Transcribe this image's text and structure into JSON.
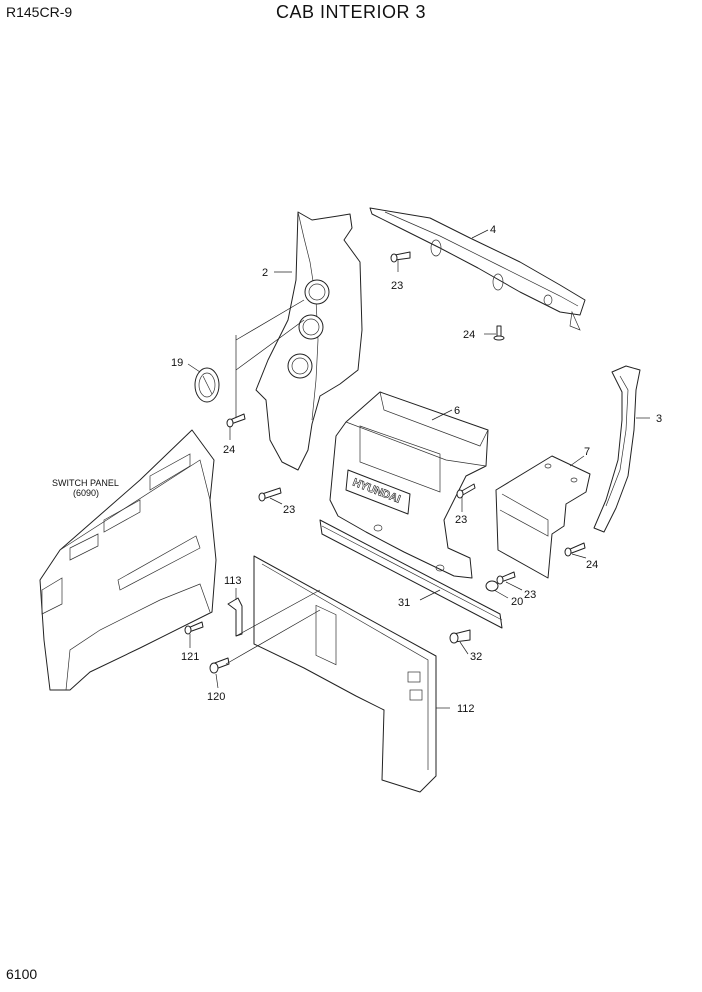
{
  "header": {
    "model": "R145CR-9",
    "title": "CAB INTERIOR 3"
  },
  "footer": {
    "page_number": "6100"
  },
  "reference": {
    "line1": "SWITCH PANEL",
    "line2": "(6090)"
  },
  "logo_text": "HYUNDAI",
  "callouts": {
    "c2": "2",
    "c3": "3",
    "c4": "4",
    "c6": "6",
    "c7": "7",
    "c19": "19",
    "c20": "20",
    "c23a": "23",
    "c23b": "23",
    "c23c": "23",
    "c23d": "23",
    "c24a": "24",
    "c24b": "24",
    "c24c": "24",
    "c31": "31",
    "c32": "32",
    "c112": "112",
    "c113": "113",
    "c120": "120",
    "c121": "121"
  }
}
